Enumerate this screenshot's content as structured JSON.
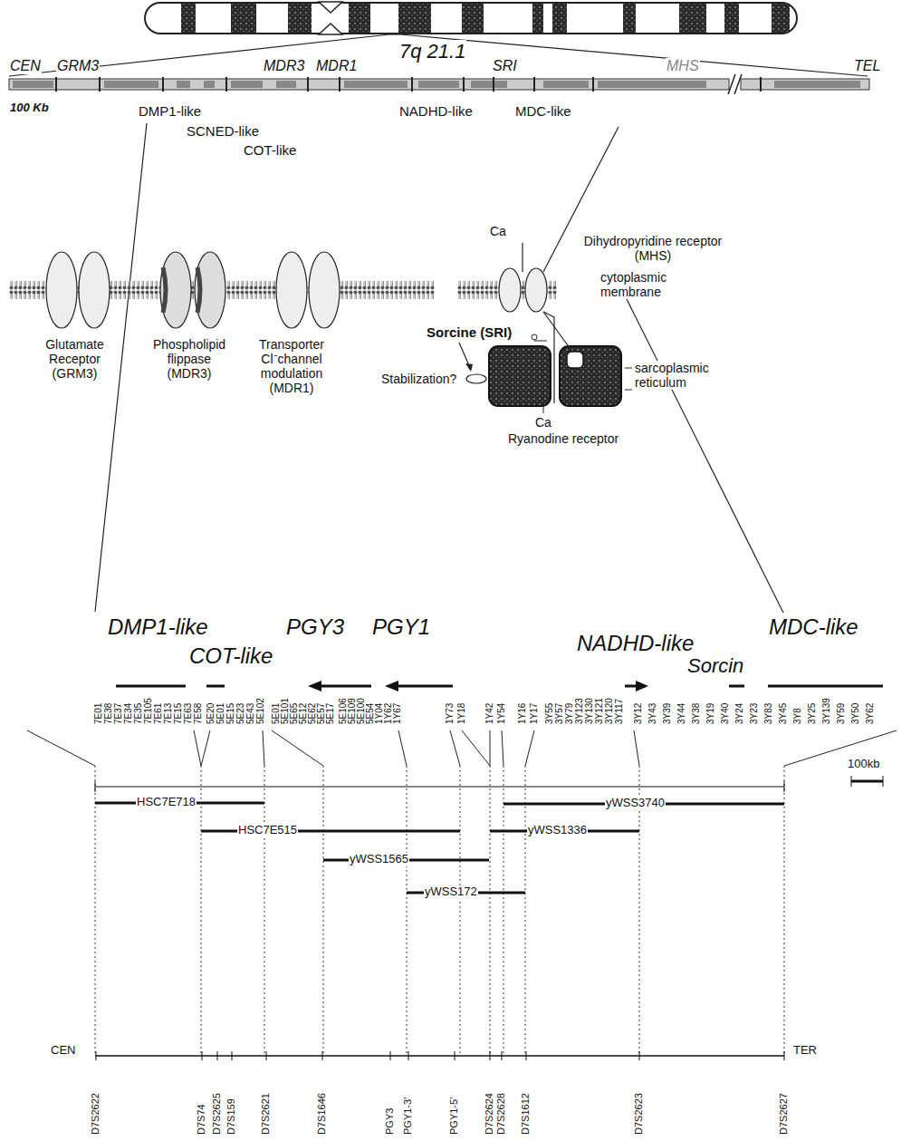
{
  "diagram": {
    "labels": [
      "7q 21.1",
      "CEN",
      "GRM3",
      "MDR3",
      "MDR1",
      "SRI",
      "MHS",
      "TEL",
      "100 Kb",
      "DMP1-like",
      "SCNED-like",
      "COT-like",
      "NADHD-like",
      "MDC-like",
      "Glutamate Receptor (GRM3)",
      "Phospholipid flippase (MDR3)",
      "Transporter Cl⁻channel modulation (MDR1)",
      "Ca",
      "Dihydropyridine receptor (MHS)",
      "cytoplasmic membrane",
      "Sorcine (SRI)",
      "Stabilization?",
      "sarcoplasmic reticulum",
      "Ca",
      "Ryanodine receptor",
      "DMP1-like",
      "COT-like",
      "PGY3",
      "PGY1",
      "NADHD-like",
      "Sorcin",
      "MDC-like",
      "100kb",
      "HSC7E718",
      "HSC7E515",
      "yWSS1565",
      "yWSS172",
      "yWSS3740",
      "yWSS1336",
      "CEN",
      "TER",
      "D7S2622",
      "D7S74",
      "D7S2625",
      "D7S159",
      "D7S2621",
      "D7S1646",
      "PGY3",
      "PGY1-3'",
      "PGY1-5'",
      "D7S2624",
      "D7S2628",
      "D7S1612",
      "D7S2623",
      "D7S2627",
      "7E01",
      "7E38",
      "7E37",
      "7E34",
      "7E35",
      "7E105",
      "7E61",
      "7E13",
      "7E15",
      "7E63",
      "7E58",
      "5E20",
      "5E01",
      "5E15",
      "5E23",
      "5E43",
      "5E102",
      "5E01",
      "5E101",
      "5E65",
      "5E12",
      "5E62",
      "5E57",
      "5E17",
      "5E106",
      "5E109",
      "5E100",
      "5E54",
      "1Y04",
      "1Y62",
      "1Y67",
      "1Y73",
      "1Y18",
      "1Y42",
      "1Y54",
      "1Y16",
      "1Y17",
      "3Y55",
      "3Y57",
      "3Y79",
      "3Y123",
      "3Y130",
      "3Y121",
      "3Y120",
      "3Y117",
      "3Y12",
      "3Y43",
      "3Y39",
      "3Y44",
      "3Y38",
      "3Y19",
      "3Y40",
      "3Y24",
      "3Y23",
      "3Y83",
      "3Y45",
      "3Y8",
      "3Y25",
      "3Y139",
      "3Y59",
      "3Y50",
      "3Y62"
    ]
  }
}
